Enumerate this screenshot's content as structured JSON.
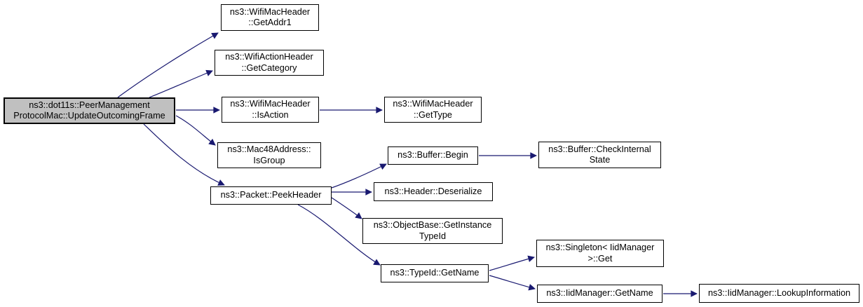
{
  "diagram": {
    "type": "call-graph",
    "colors": {
      "background": "#ffffff",
      "edge": "#191970",
      "node_border": "#000000",
      "node_fill": "#ffffff",
      "root_fill": "#c0c0c0",
      "text": "#000000"
    },
    "nodes": [
      {
        "id": "update-outcoming-frame",
        "label": "ns3::dot11s::PeerManagement\nProtocolMac::UpdateOutcomingFrame",
        "highlighted": true
      },
      {
        "id": "get-addr1",
        "label": "ns3::WifiMacHeader\n::GetAddr1"
      },
      {
        "id": "get-category",
        "label": "ns3::WifiActionHeader\n::GetCategory"
      },
      {
        "id": "is-action",
        "label": "ns3::WifiMacHeader\n::IsAction"
      },
      {
        "id": "get-type",
        "label": "ns3::WifiMacHeader\n::GetType"
      },
      {
        "id": "is-group",
        "label": "ns3::Mac48Address::\nIsGroup"
      },
      {
        "id": "peek-header",
        "label": "ns3::Packet::PeekHeader"
      },
      {
        "id": "buffer-begin",
        "label": "ns3::Buffer::Begin"
      },
      {
        "id": "check-internal-state",
        "label": "ns3::Buffer::CheckInternal\nState"
      },
      {
        "id": "header-deserialize",
        "label": "ns3::Header::Deserialize"
      },
      {
        "id": "get-instance-type-id",
        "label": "ns3::ObjectBase::GetInstance\nTypeId"
      },
      {
        "id": "type-id-get-name",
        "label": "ns3::TypeId::GetName"
      },
      {
        "id": "singleton-get",
        "label": "ns3::Singleton< IidManager\n>::Get"
      },
      {
        "id": "iid-manager-get-name",
        "label": "ns3::IidManager::GetName"
      },
      {
        "id": "lookup-information",
        "label": "ns3::IidManager::LookupInformation"
      }
    ],
    "edges": [
      {
        "from": "update-outcoming-frame",
        "to": "get-addr1"
      },
      {
        "from": "update-outcoming-frame",
        "to": "get-category"
      },
      {
        "from": "update-outcoming-frame",
        "to": "is-action"
      },
      {
        "from": "update-outcoming-frame",
        "to": "is-group"
      },
      {
        "from": "update-outcoming-frame",
        "to": "peek-header"
      },
      {
        "from": "is-action",
        "to": "get-type"
      },
      {
        "from": "peek-header",
        "to": "buffer-begin"
      },
      {
        "from": "buffer-begin",
        "to": "check-internal-state"
      },
      {
        "from": "peek-header",
        "to": "header-deserialize"
      },
      {
        "from": "peek-header",
        "to": "get-instance-type-id"
      },
      {
        "from": "peek-header",
        "to": "type-id-get-name"
      },
      {
        "from": "type-id-get-name",
        "to": "singleton-get"
      },
      {
        "from": "type-id-get-name",
        "to": "iid-manager-get-name"
      },
      {
        "from": "iid-manager-get-name",
        "to": "lookup-information"
      }
    ]
  }
}
